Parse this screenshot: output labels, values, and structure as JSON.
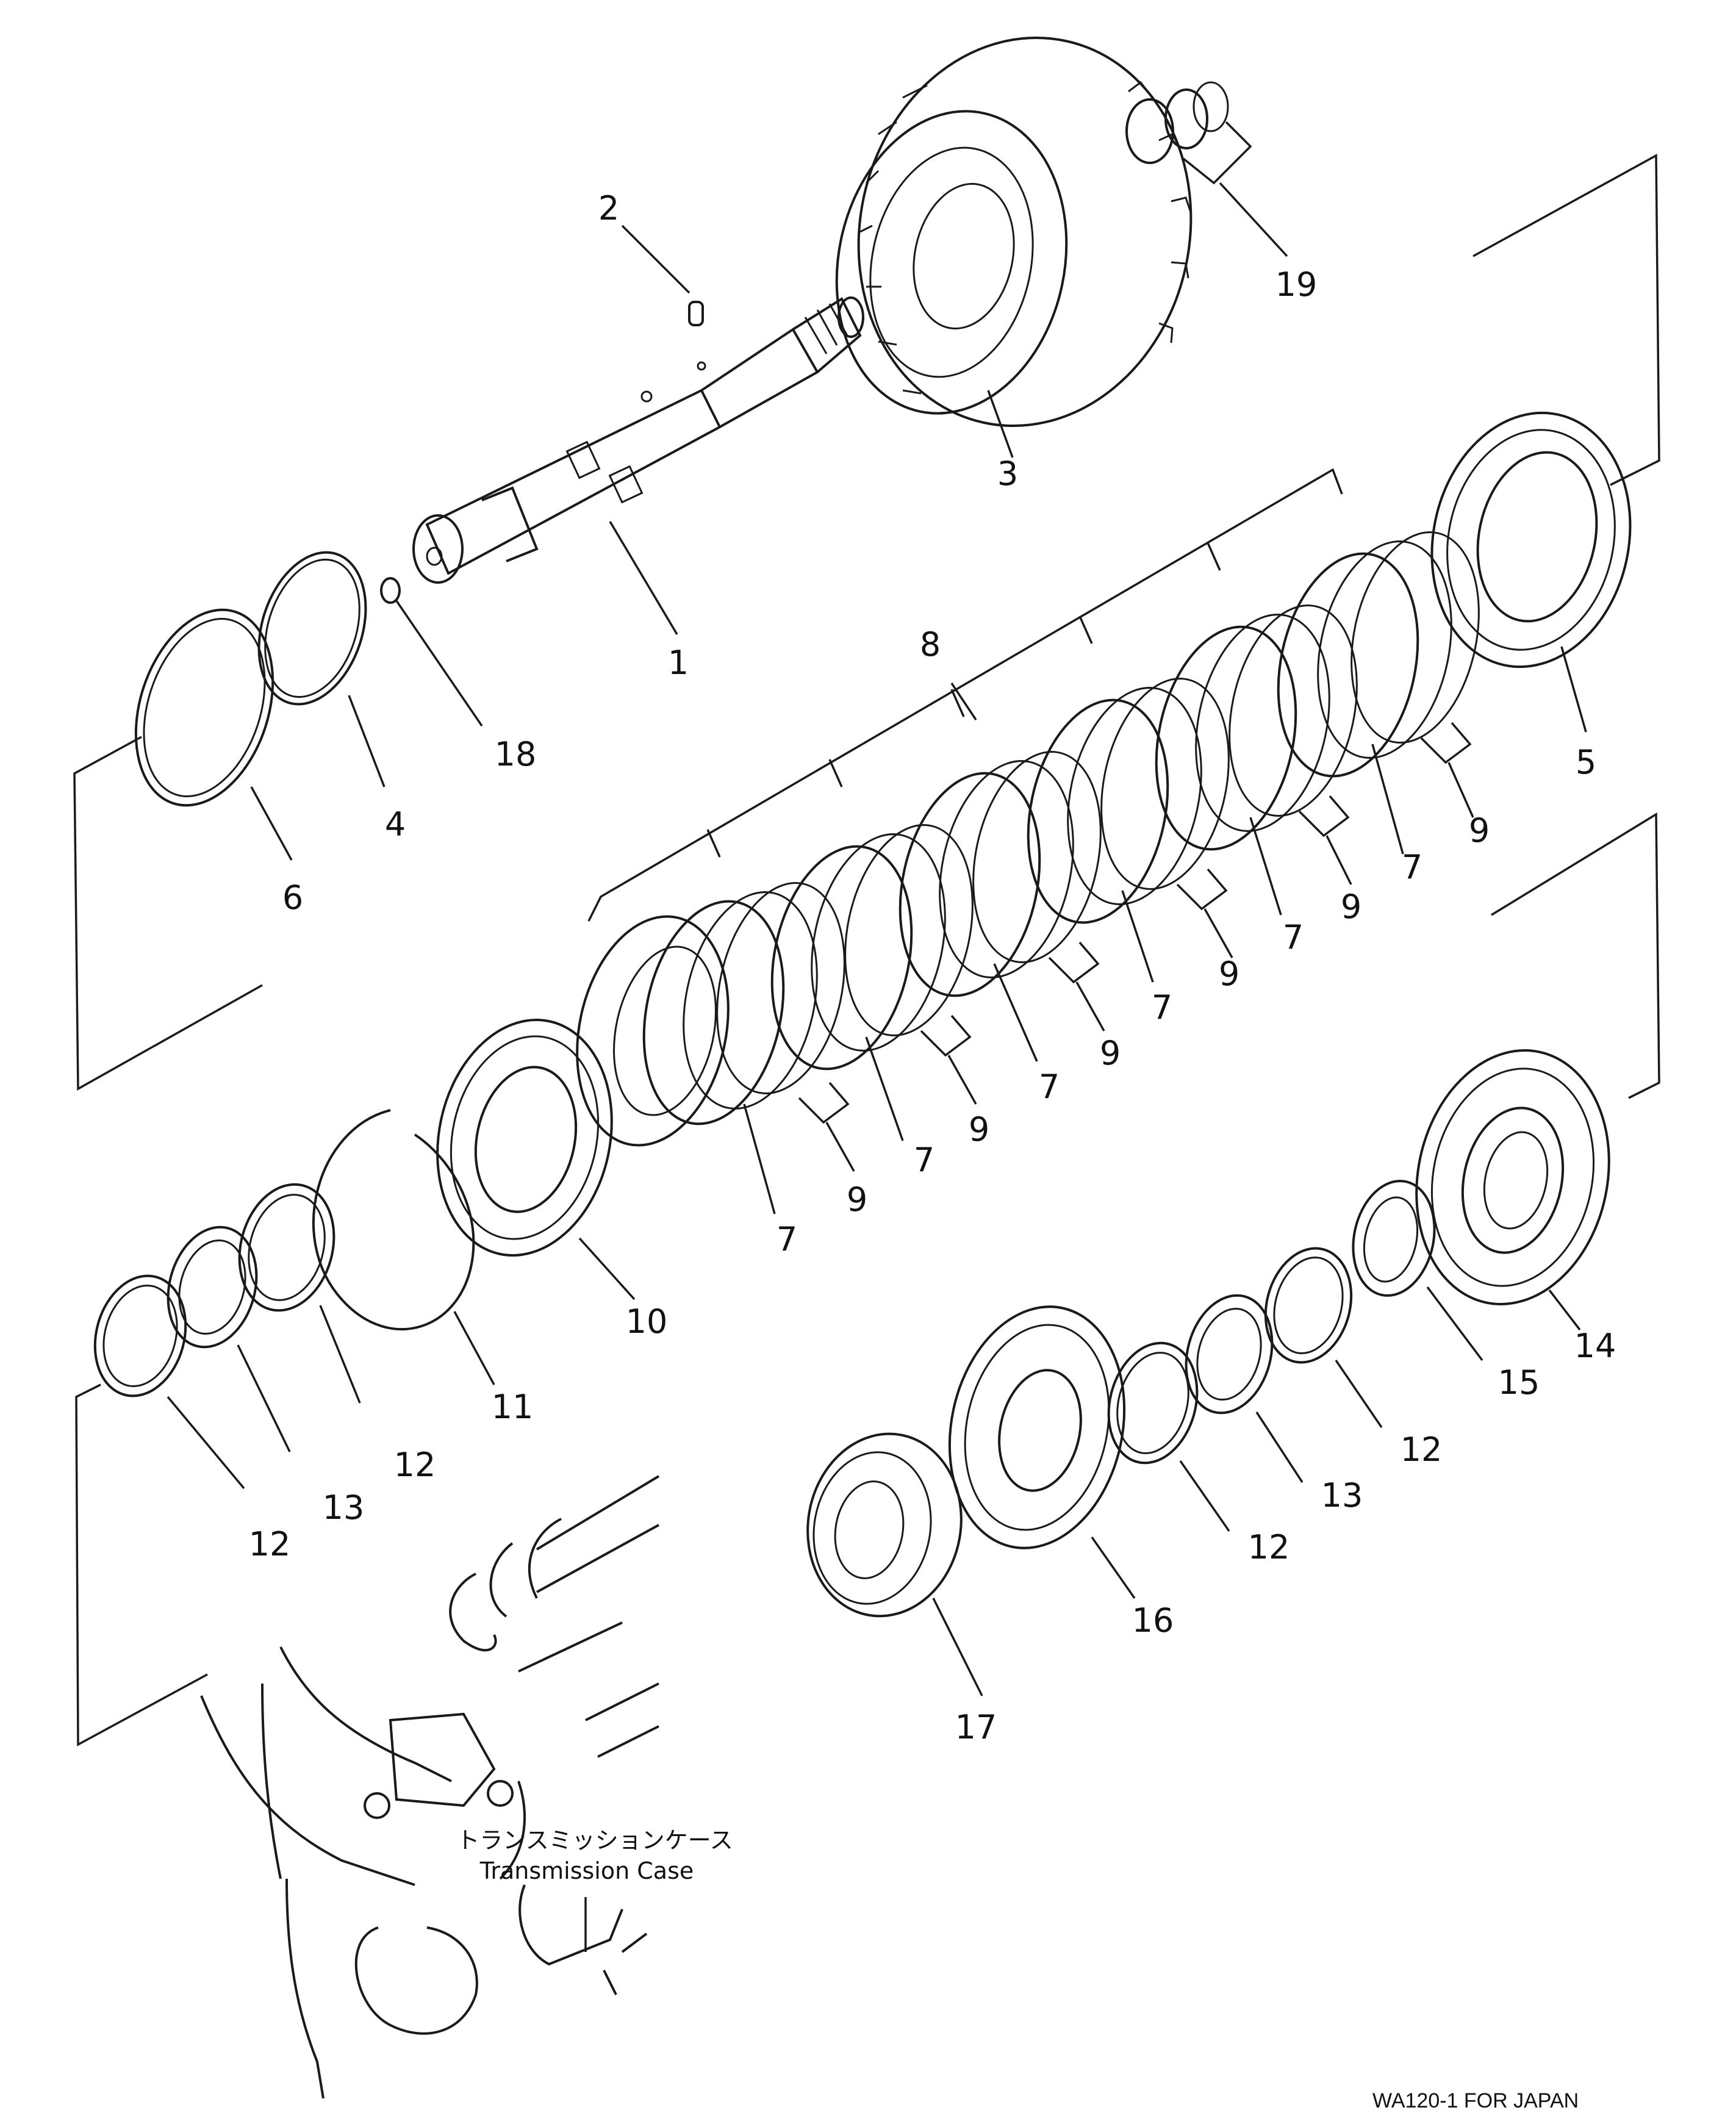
{
  "diagram": {
    "part_labels": {
      "p1": "1",
      "p2": "2",
      "p3": "3",
      "p4": "4",
      "p5": "5",
      "p6": "6",
      "p7": "7",
      "p8": "8",
      "p9": "9",
      "p10": "10",
      "p11": "11",
      "p12": "12",
      "p13": "13",
      "p14": "14",
      "p15": "15",
      "p16": "16",
      "p17": "17",
      "p18": "18",
      "p19": "19"
    },
    "case_label_jp": "トランスミッションケース",
    "case_label_en": "Transmission Case",
    "footer_text": "WA120-1 FOR JAPAN"
  }
}
